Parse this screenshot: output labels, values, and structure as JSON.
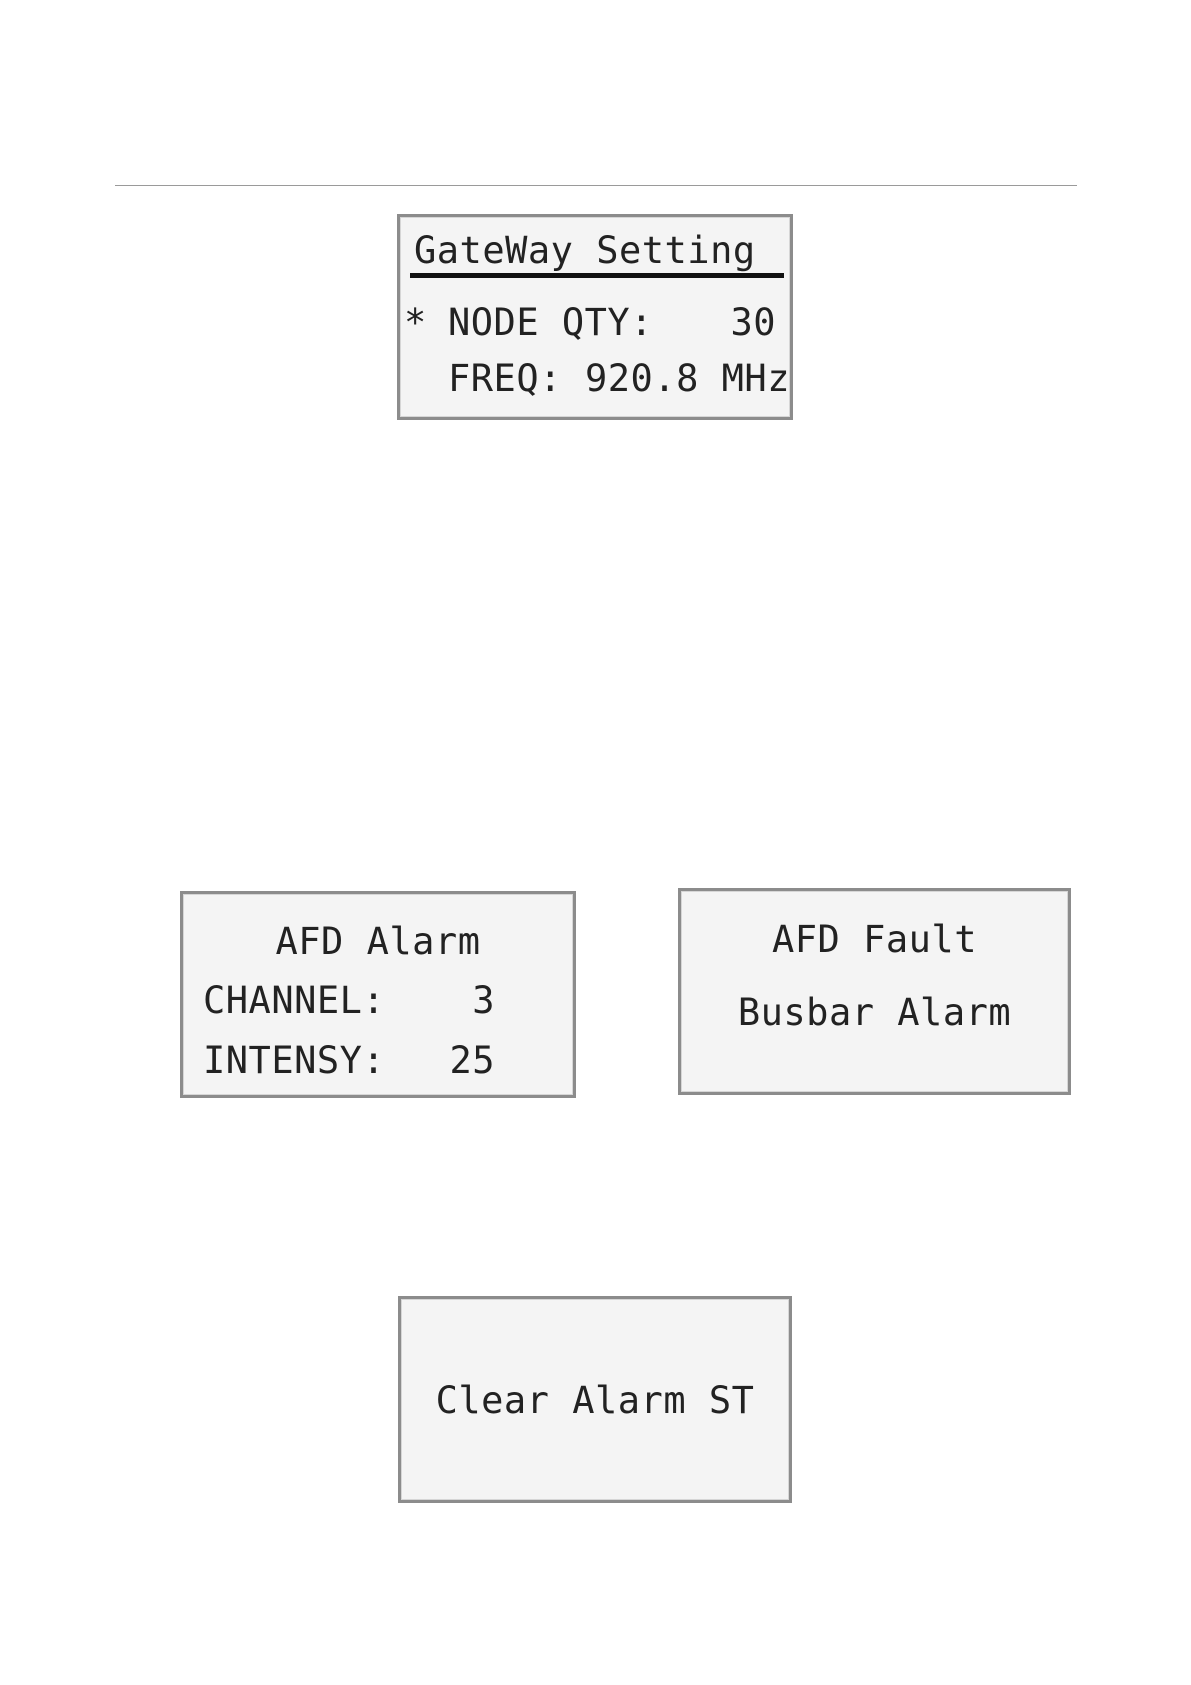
{
  "gateway_screen": {
    "title": "GateWay Setting",
    "cursor": "*",
    "node_qty_label": "NODE QTY:",
    "node_qty_value": "30",
    "freq_label": "FREQ:",
    "freq_value": "920.8 MHz"
  },
  "afd_alarm_screen": {
    "title": "AFD Alarm",
    "channel_label": "CHANNEL:",
    "channel_value": "3",
    "intensity_label": "INTENSY:",
    "intensity_value": "25"
  },
  "afd_fault_screen": {
    "title": "AFD Fault",
    "message": "Busbar Alarm"
  },
  "clear_alarm_screen": {
    "message": "Clear Alarm ST"
  }
}
